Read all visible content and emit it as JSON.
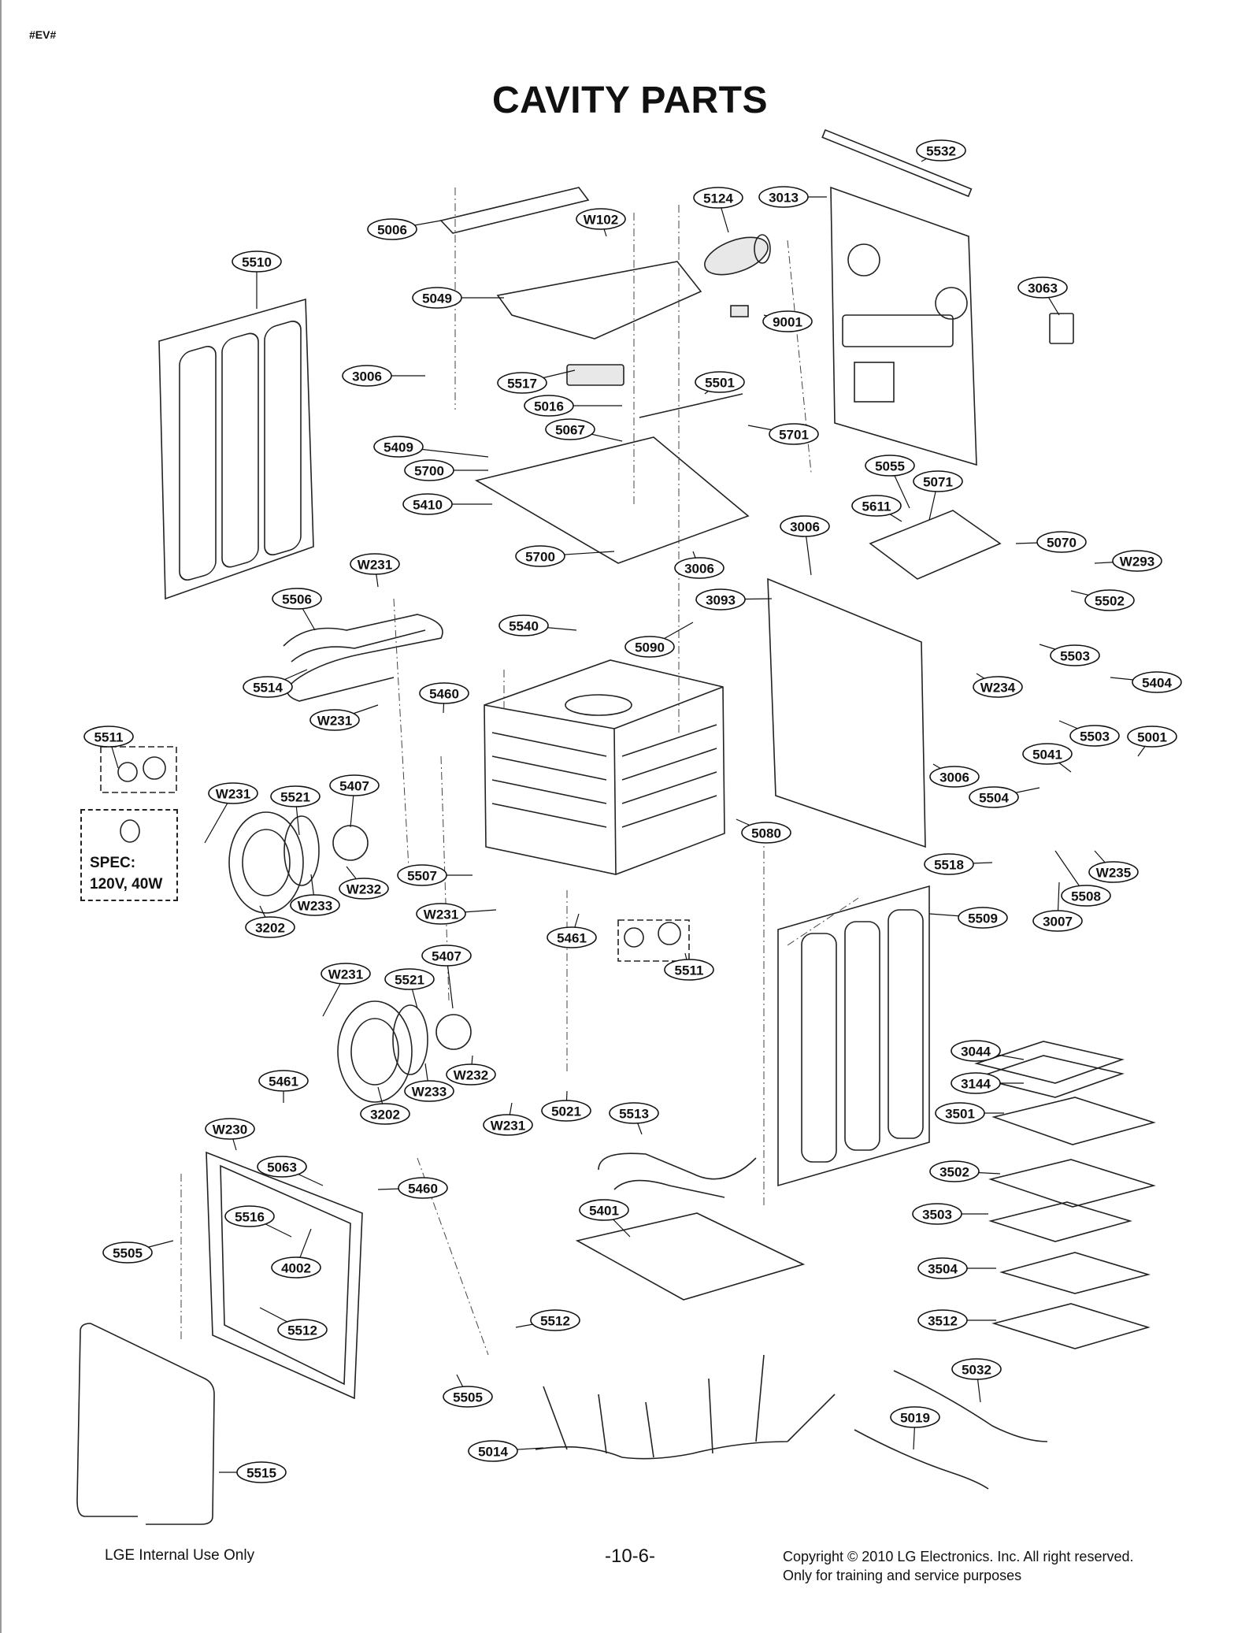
{
  "header": {
    "tag": "#EV#",
    "title": "CAVITY PARTS"
  },
  "spec": {
    "line1": "SPEC:",
    "line2": "120V, 40W"
  },
  "footer": {
    "left": "LGE Internal Use Only",
    "center": "-10-6-",
    "right_line1": "Copyright © 2010 LG Electronics. Inc. All right reserved.",
    "right_line2": "Only for training and service purposes"
  },
  "callouts": [
    "5532",
    "3013",
    "5124",
    "5006",
    "W102",
    "5510",
    "3063",
    "5049",
    "9001",
    "3006",
    "5517",
    "5501",
    "5016",
    "5067",
    "5701",
    "5409",
    "5700",
    "5055",
    "5071",
    "5410",
    "5611",
    "3006",
    "5070",
    "5700",
    "3006",
    "W293",
    "W231",
    "3093",
    "5502",
    "5506",
    "5540",
    "5090",
    "5503",
    "5514",
    "5460",
    "W234",
    "5404",
    "W231",
    "5511",
    "5503",
    "5001",
    "5041",
    "3006",
    "W231",
    "5521",
    "5407",
    "5504",
    "5080",
    "5518",
    "W235",
    "5507",
    "W232",
    "W233",
    "5508",
    "W231",
    "3007",
    "3202",
    "5461",
    "5509",
    "5511",
    "5407",
    "W231",
    "5521",
    "3044",
    "3144",
    "W232",
    "5461",
    "W233",
    "3501",
    "3202",
    "W231",
    "5021",
    "5513",
    "W230",
    "3502",
    "5063",
    "5460",
    "5401",
    "3503",
    "5516",
    "5505",
    "4002",
    "3504",
    "5512",
    "5512",
    "3512",
    "5032",
    "5505",
    "5019",
    "5014",
    "5515"
  ]
}
